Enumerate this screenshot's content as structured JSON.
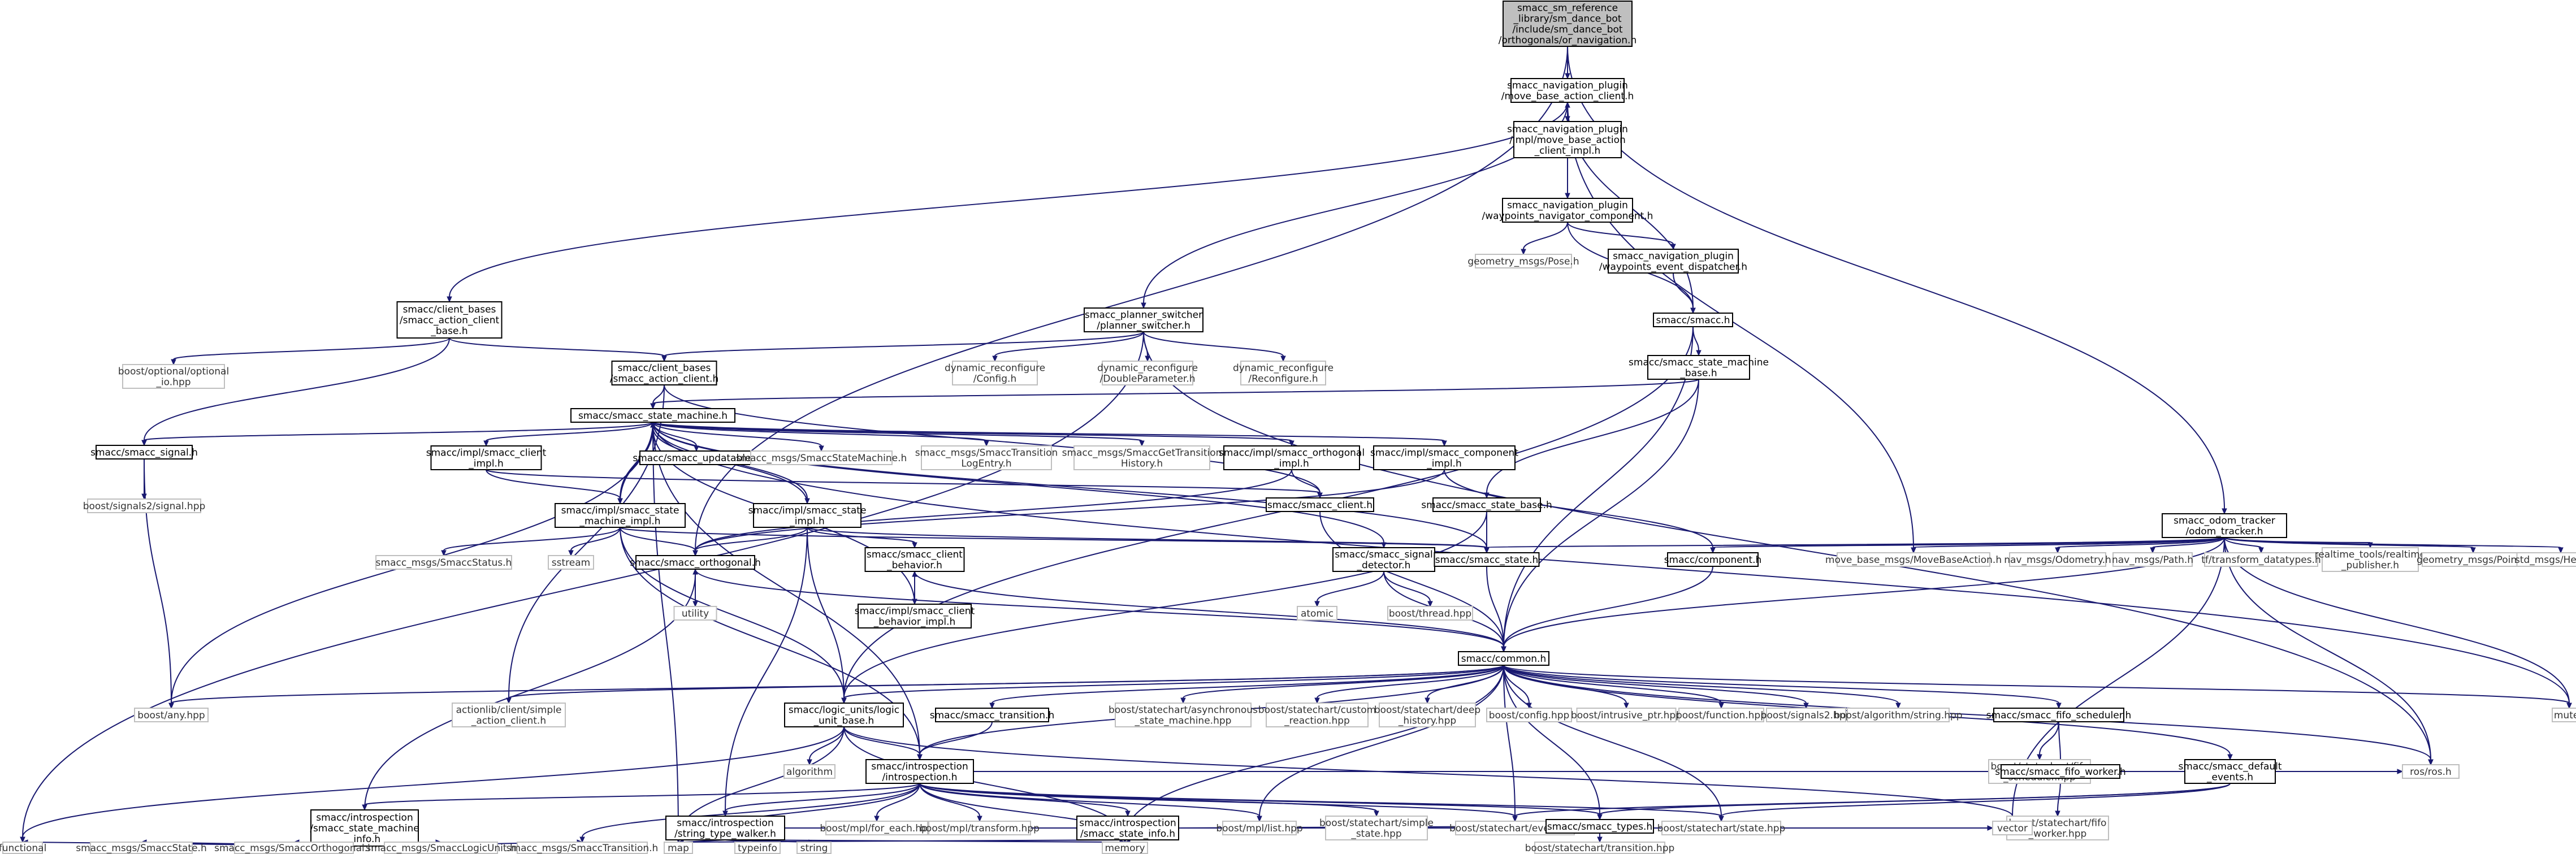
{
  "colors": {
    "edge": "#191970",
    "node_border": "#000000",
    "external_border": "#bfbfbf",
    "root_fill": "#bfbfbf",
    "background": "#ffffff"
  },
  "nodes": {
    "root": [
      "smacc_sm_reference",
      "_library/sm_dance_bot",
      "/include/sm_dance_bot",
      "/orthogonals/or_navigation.h"
    ],
    "nav_client": [
      "smacc_navigation_plugin",
      "/move_base_action_client.h"
    ],
    "nav_client_impl": [
      "smacc_navigation_plugin",
      "/impl/move_base_action",
      "_client_impl.h"
    ],
    "waypoints_nav": [
      "smacc_navigation_plugin",
      "/waypoints_navigator_component.h"
    ],
    "geometry_pose": [
      "geometry_msgs/Pose.h"
    ],
    "waypoints_disp": [
      "smacc_navigation_plugin",
      "/waypoints_event_dispatcher.h"
    ],
    "smacc_h": [
      "smacc/smacc.h"
    ],
    "state_machine_base": [
      "smacc/smacc_state_machine",
      "_base.h"
    ],
    "client_bases_base": [
      "smacc/client_bases",
      "/smacc_action_client",
      "_base.h"
    ],
    "boost_optional": [
      "boost/optional/optional",
      "_io.hpp"
    ],
    "planner_switcher": [
      "smacc_planner_switcher",
      "/planner_switcher.h"
    ],
    "client_bases": [
      "smacc/client_bases",
      "/smacc_action_client.h"
    ],
    "dyn_config": [
      "dynamic_reconfigure",
      "/Config.h"
    ],
    "dyn_double": [
      "dynamic_reconfigure",
      "/DoubleParameter.h"
    ],
    "dyn_reconf": [
      "dynamic_reconfigure",
      "/Reconfigure.h"
    ],
    "state_machine": [
      "smacc/smacc_state_machine.h"
    ],
    "smacc_signal": [
      "smacc/smacc_signal.h"
    ],
    "signal_hpp": [
      "boost/signals2/signal.hpp"
    ],
    "client_impl": [
      "smacc/impl/smacc_client",
      "_impl.h"
    ],
    "updatable": [
      "smacc/smacc_updatable.h"
    ],
    "msg_sm": [
      "smacc_msgs/SmaccStateMachine.h"
    ],
    "msg_log": [
      "smacc_msgs/SmaccTransition",
      "LogEntry.h"
    ],
    "msg_hist": [
      "smacc_msgs/SmaccGetTransition",
      "History.h"
    ],
    "orthogonal_impl": [
      "smacc/impl/smacc_orthogonal",
      "_impl.h"
    ],
    "component_impl": [
      "smacc/impl/smacc_component",
      "_impl.h"
    ],
    "odom_tracker": [
      "smacc_odom_tracker",
      "/odom_tracker.h"
    ],
    "sm_impl": [
      "smacc/impl/smacc_state",
      "_machine_impl.h"
    ],
    "state_impl": [
      "smacc/impl/smacc_state",
      "_impl.h"
    ],
    "smacc_client": [
      "smacc/smacc_client.h"
    ],
    "state_base": [
      "smacc/smacc_state_base.h"
    ],
    "msg_status": [
      "smacc_msgs/SmaccStatus.h"
    ],
    "sstream": [
      "sstream"
    ],
    "orthogonal": [
      "smacc/smacc_orthogonal.h"
    ],
    "client_behavior": [
      "smacc/smacc_client",
      "_behavior.h"
    ],
    "client_behavior_impl": [
      "smacc/impl/smacc_client",
      "_behavior_impl.h"
    ],
    "signal_detector": [
      "smacc/smacc_signal",
      "_detector.h"
    ],
    "smacc_state": [
      "smacc/smacc_state.h"
    ],
    "component": [
      "smacc/component.h"
    ],
    "move_base_msgs": [
      "move_base_msgs/MoveBaseAction.h"
    ],
    "nav_odom": [
      "nav_msgs/Odometry.h"
    ],
    "nav_path": [
      "nav_msgs/Path.h"
    ],
    "tf_types": [
      "tf/transform_datatypes.h"
    ],
    "rt_pub": [
      "realtime_tools/realtime",
      "_publisher.h"
    ],
    "geo_point": [
      "geometry_msgs/Point.h"
    ],
    "std_header": [
      "std_msgs/Header.h"
    ],
    "utility": [
      "utility"
    ],
    "atomic": [
      "atomic"
    ],
    "boost_thread": [
      "boost/thread.hpp"
    ],
    "common": [
      "smacc/common.h"
    ],
    "boost_any": [
      "boost/any.hpp"
    ],
    "simple_client": [
      "actionlib/client/simple",
      "_action_client.h"
    ],
    "logic_unit_base": [
      "smacc/logic_units/logic",
      "_unit_base.h"
    ],
    "smacc_transition": [
      "smacc/smacc_transition.h"
    ],
    "async_sm": [
      "boost/statechart/asynchronous",
      "_state_machine.hpp"
    ],
    "custom_reaction": [
      "boost/statechart/custom",
      "_reaction.hpp"
    ],
    "deep_history": [
      "boost/statechart/deep",
      "_history.hpp"
    ],
    "boost_config": [
      "boost/config.hpp"
    ],
    "intrusive_ptr": [
      "boost/intrusive_ptr.hpp"
    ],
    "boost_function": [
      "boost/function.hpp"
    ],
    "signals2": [
      "boost/signals2.hpp"
    ],
    "algo_string": [
      "boost/algorithm/string.hpp"
    ],
    "fifo_scheduler": [
      "smacc/smacc_fifo_scheduler.h"
    ],
    "mutex": [
      "mutex"
    ],
    "algorithm": [
      "algorithm"
    ],
    "introspection": [
      "smacc/introspection",
      "/introspection.h"
    ],
    "fifo_sched_hpp": [
      "boost/statechart/fifo",
      "_scheduler.hpp"
    ],
    "fifo_worker": [
      "smacc/smacc_fifo_worker.h"
    ],
    "default_events": [
      "smacc/smacc_default",
      "_events.h"
    ],
    "sm_info": [
      "smacc/introspection",
      "/smacc_state_machine",
      "_info.h"
    ],
    "type_walker": [
      "smacc/introspection",
      "/string_type_walker.h"
    ],
    "mpl_for_each": [
      "boost/mpl/for_each.hpp"
    ],
    "mpl_transform": [
      "boost/mpl/transform.hpp"
    ],
    "state_info": [
      "smacc/introspection",
      "/smacc_state_info.h"
    ],
    "mpl_list": [
      "boost/mpl/list.hpp"
    ],
    "simple_state": [
      "boost/statechart/simple",
      "_state.hpp"
    ],
    "event_hpp": [
      "boost/statechart/event.hpp"
    ],
    "state_hpp": [
      "boost/statechart/state.hpp"
    ],
    "fifo_worker_hpp": [
      "boost/statechart/fifo",
      "_worker.hpp"
    ],
    "roscpp": [
      "ros/ros.h"
    ],
    "functional": [
      "functional"
    ],
    "msg_state": [
      "smacc_msgs/SmaccState.h"
    ],
    "msg_orth": [
      "smacc_msgs/SmaccOrthogonal.h"
    ],
    "msg_lu": [
      "smacc_msgs/SmaccLogicUnit.h"
    ],
    "msg_trans": [
      "smacc_msgs/SmaccTransition.h"
    ],
    "map": [
      "map"
    ],
    "typeinfo": [
      "typeinfo"
    ],
    "string": [
      "string"
    ],
    "memory": [
      "memory"
    ],
    "smacc_types": [
      "smacc/smacc_types.h"
    ],
    "vector": [
      "vector"
    ],
    "transition_hpp": [
      "boost/statechart/transition.hpp"
    ]
  }
}
